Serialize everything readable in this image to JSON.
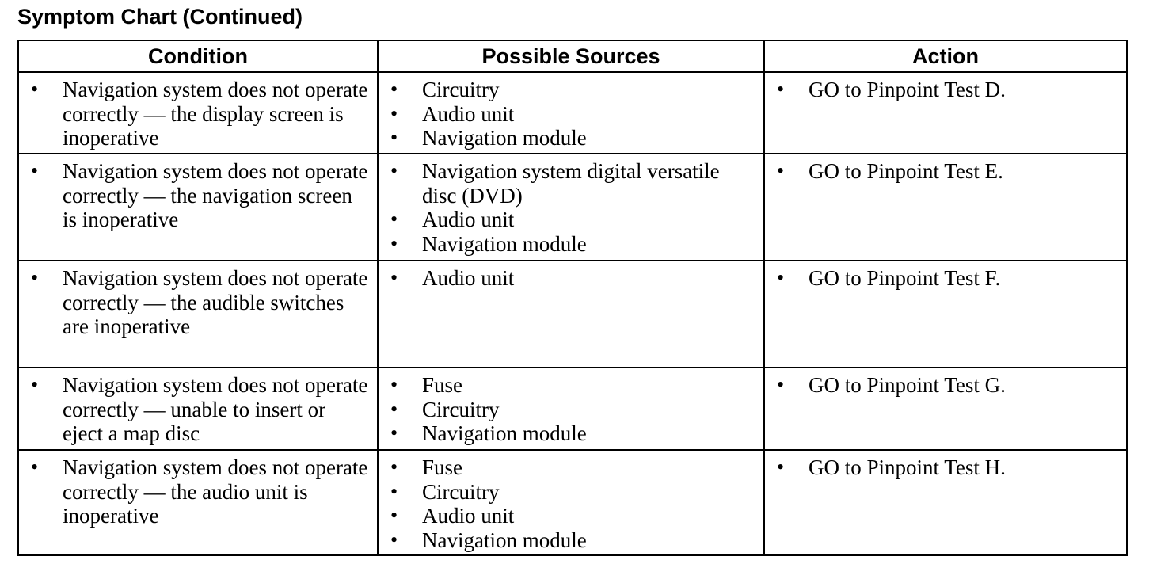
{
  "title": "Symptom Chart (Continued)",
  "headers": {
    "condition": "Condition",
    "sources": "Possible Sources",
    "action": "Action"
  },
  "rows": [
    {
      "condition": "Navigation system does not operate correctly — the display screen is inoperative",
      "sources": [
        "Circuitry",
        "Audio unit",
        "Navigation module"
      ],
      "action": "GO to Pinpoint Test D."
    },
    {
      "condition": "Navigation system does not operate correctly — the navigation screen is inoperative",
      "sources": [
        "Navigation system digital versatile disc (DVD)",
        "Audio unit",
        "Navigation module"
      ],
      "action": "GO to Pinpoint Test E."
    },
    {
      "condition": "Navigation system does not operate correctly — the audible switches are inoperative",
      "sources": [
        "Audio unit"
      ],
      "action": "GO to Pinpoint Test F."
    },
    {
      "condition": "Navigation system does not operate correctly — unable to insert or eject a map disc",
      "sources": [
        "Fuse",
        "Circuitry",
        "Navigation module"
      ],
      "action": "GO to Pinpoint Test G."
    },
    {
      "condition": "Navigation system does not operate correctly — the audio unit is inoperative",
      "sources": [
        "Fuse",
        "Circuitry",
        "Audio unit",
        "Navigation module"
      ],
      "action": "GO to Pinpoint Test H."
    }
  ]
}
